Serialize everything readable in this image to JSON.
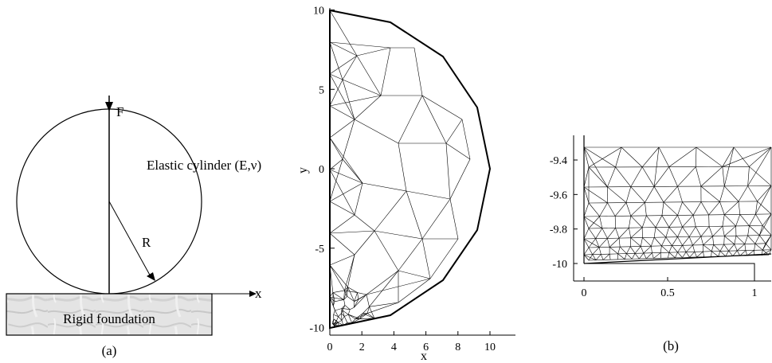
{
  "panel_a": {
    "force_label": "F",
    "cylinder_label": "Elastic cylinder (E,ν)",
    "radius_label": "R",
    "axis_x_label": "x",
    "foundation_label": "Rigid foundation",
    "caption": "(a)"
  },
  "panel_mesh": {
    "x_ticks": [
      "0",
      "2",
      "4",
      "6",
      "8",
      "10"
    ],
    "y_ticks": [
      "10",
      "5",
      "0",
      "-5",
      "-10"
    ],
    "xlabel": "x",
    "ylabel": "y"
  },
  "panel_b": {
    "x_ticks": [
      "0",
      "0.5",
      "1"
    ],
    "y_ticks": [
      "-9.4",
      "-9.6",
      "-9.8",
      "-10"
    ],
    "caption": "(b)"
  }
}
